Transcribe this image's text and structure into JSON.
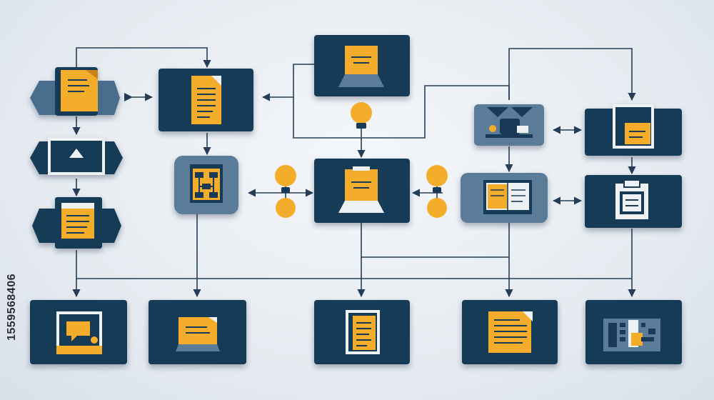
{
  "watermark": {
    "id_text": "1559568406"
  },
  "colors": {
    "node_dark": "#183a57",
    "node_mid": "#5a7b98",
    "accent": "#f3ad2b",
    "connector": "#243e58",
    "paper": "#eef1f4"
  },
  "nodes": [
    {
      "name": "folder-left-node",
      "icon": "folder-document-icon"
    },
    {
      "name": "monitor-left-node",
      "icon": "upload-arrow-icon"
    },
    {
      "name": "note-left-node",
      "icon": "note-document-icon"
    },
    {
      "name": "document-main-node",
      "icon": "document-icon"
    },
    {
      "name": "grid-org-node",
      "icon": "org-chart-icon"
    },
    {
      "name": "presentation-top-node",
      "icon": "presentation-icon"
    },
    {
      "name": "central-hub-node",
      "icon": "presentation-icon"
    },
    {
      "name": "workspace-node",
      "icon": "desk-icon"
    },
    {
      "name": "book-node",
      "icon": "open-book-icon"
    },
    {
      "name": "folder-right-node",
      "icon": "folder-document-icon"
    },
    {
      "name": "clipboard-node",
      "icon": "clipboard-icon"
    },
    {
      "name": "chat-image-node",
      "icon": "chat-image-icon"
    },
    {
      "name": "laptop-node",
      "icon": "laptop-document-icon"
    },
    {
      "name": "report-node",
      "icon": "report-document-icon"
    },
    {
      "name": "text-document-node",
      "icon": "text-document-icon"
    },
    {
      "name": "data-sheet-node",
      "icon": "data-sheet-icon"
    }
  ]
}
